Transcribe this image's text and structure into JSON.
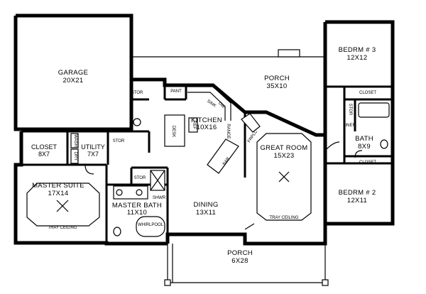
{
  "rooms": [
    {
      "id": "garage",
      "name": "GARAGE",
      "size": "20X21"
    },
    {
      "id": "porch_rear",
      "name": "PORCH",
      "size": "35X10"
    },
    {
      "id": "bedroom3",
      "name": "BEDRM # 3",
      "size": "12X12"
    },
    {
      "id": "kitchen",
      "name": "KITCHEN",
      "size": "10X16"
    },
    {
      "id": "great_room",
      "name": "GREAT ROOM",
      "size": "15X23"
    },
    {
      "id": "bath",
      "name": "BATH",
      "size": "8X9"
    },
    {
      "id": "closet_left",
      "name": "CLOSET",
      "size": "8X7"
    },
    {
      "id": "utility",
      "name": "UTILITY",
      "size": "7X7"
    },
    {
      "id": "master_suite",
      "name": "MASTER SUITE",
      "size": "17X14"
    },
    {
      "id": "master_bath",
      "name": "MASTER BATH",
      "size": "11X10"
    },
    {
      "id": "dining",
      "name": "DINING",
      "size": "13X11"
    },
    {
      "id": "bedroom2",
      "name": "BEDRM # 2",
      "size": "12X11"
    },
    {
      "id": "porch_front",
      "name": "PORCH",
      "size": "6X28"
    }
  ],
  "small_labels": {
    "stor_garage": "STOR",
    "pant": "PANT",
    "stor_utility": "STOR",
    "stor_bath": "STOR",
    "closet_bed3": "CLOSET",
    "closet_bed2": "CLOSET",
    "linen": "LINEN",
    "stor_bed": "STOR",
    "desk": "DESK",
    "wash": "WASH",
    "dry": "DRY",
    "shwr": "SHWR",
    "whirlpool": "WHIRLPOOL",
    "range": "RANGE",
    "frplc": "FRPLC",
    "bar": "BAR",
    "sink": "SINK",
    "dw": "DW",
    "ref": "REF",
    "tray_ceiling_master": "TRAY CEILING",
    "tray_ceiling_great": "TRAY CEILING"
  }
}
